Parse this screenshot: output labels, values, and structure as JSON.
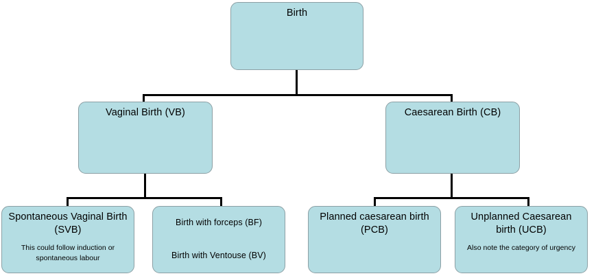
{
  "diagram": {
    "title_node": {
      "label": "Birth"
    },
    "level2": [
      {
        "label": "Vaginal Birth (VB)"
      },
      {
        "label": "Caesarean Birth (CB)"
      }
    ],
    "level3": [
      {
        "label": "Spontaneous Vaginal Birth\n(SVB)",
        "note": "This could follow induction or\nspontaneous labour"
      },
      {
        "label": "Birth with forceps (BF)\n\nBirth with Ventouse (BV)",
        "note": ""
      },
      {
        "label": "Planned caesarean birth\n(PCB)",
        "note": ""
      },
      {
        "label": "Unplanned Caesarean\nbirth (UCB)",
        "note": "Also note the category of urgency"
      }
    ],
    "colors": {
      "node_fill": "#b4dde3",
      "node_border": "#8b9fa4",
      "connector": "#000000",
      "text": "#000000",
      "background": "#ffffff"
    }
  }
}
